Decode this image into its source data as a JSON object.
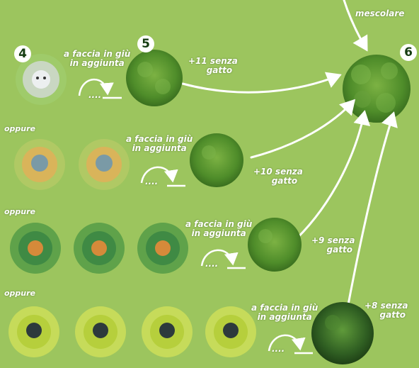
{
  "labels": {
    "mescolare": "mescolare",
    "oppure": "oppure",
    "faccia_line1": "a faccia in giù",
    "faccia_line2": "in aggiunta",
    "dots": "....",
    "row1_bonus_1": "+11 senza",
    "row2_bonus_1": "+10 senza",
    "row3_bonus_1": "+9 senza",
    "row4_bonus_1": "+8 senza",
    "bonus_2": "gatto"
  },
  "steps": {
    "step4": "4",
    "step5": "5",
    "step6": "6"
  },
  "colors": {
    "background": "#9cc55e",
    "bush_green": "#4f8d2a",
    "tile_white_cat": "#c9d7c2",
    "tile_blue_cat": "#d9b45a",
    "tile_orange_cat": "#3f8a44",
    "tile_black_cat": "#b6cf3c",
    "badge_text": "#163d12"
  },
  "rows": [
    {
      "tile_count": 1,
      "cat": "white",
      "bonus_key": "row1_bonus_1"
    },
    {
      "tile_count": 2,
      "cat": "blue",
      "bonus_key": "row2_bonus_1"
    },
    {
      "tile_count": 3,
      "cat": "orange",
      "bonus_key": "row3_bonus_1"
    },
    {
      "tile_count": 4,
      "cat": "black",
      "bonus_key": "row4_bonus_1"
    }
  ]
}
